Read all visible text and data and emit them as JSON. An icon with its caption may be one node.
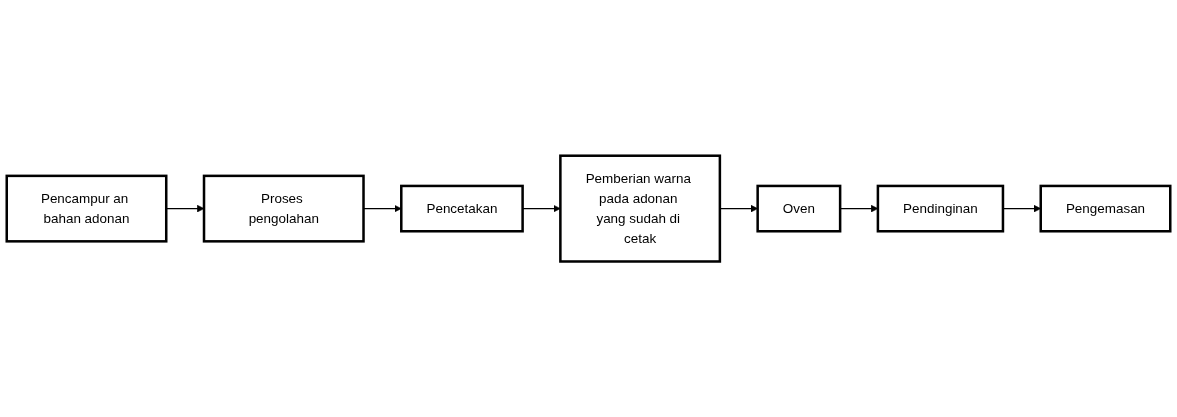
{
  "diagram": {
    "nodes": [
      {
        "text": [
          "Pencampur an bahan adonan"
        ]
      },
      {
        "text": [
          "Proses pengolahan"
        ]
      },
      {
        "text": [
          "Pencetakan"
        ]
      },
      {
        "text": [
          "Pemberian warna pada adonan yang sudah di cetak"
        ]
      },
      {
        "text": [
          "Oven"
        ]
      },
      {
        "text": [
          "Pendinginan"
        ]
      },
      {
        "text": [
          "Pengemasan"
        ]
      }
    ],
    "edges": [
      {
        "from": 0,
        "to": 1,
        "arrow": "to"
      },
      {
        "from": 1,
        "to": 2,
        "arrow": "to"
      },
      {
        "from": 2,
        "to": 3,
        "arrow": "to"
      },
      {
        "from": 3,
        "to": 4,
        "arrow": "to"
      },
      {
        "from": 4,
        "to": 5,
        "arrow": "to"
      },
      {
        "from": 5,
        "to": 6,
        "arrow": "to"
      }
    ]
  }
}
